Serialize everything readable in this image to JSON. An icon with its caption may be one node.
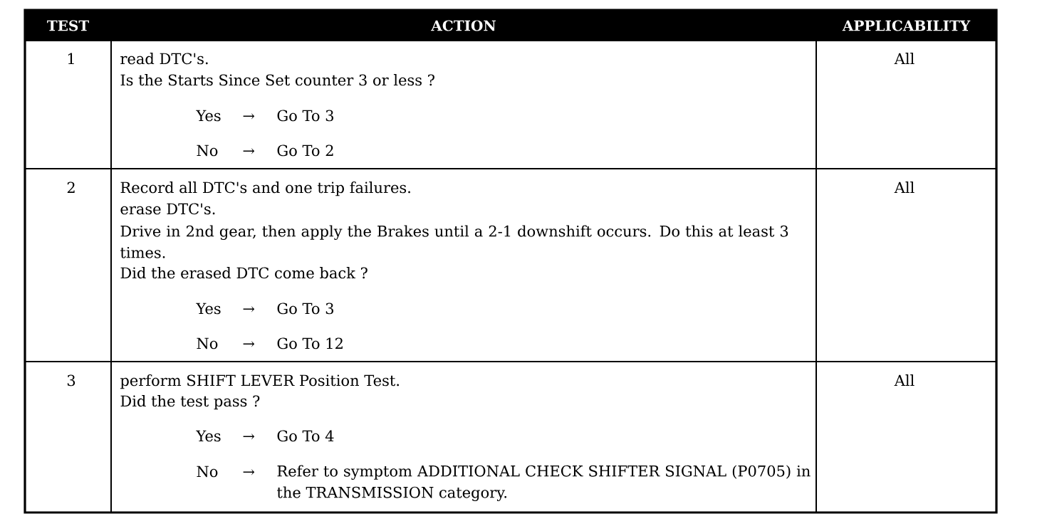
{
  "diagram": {
    "labels": [
      "TEST",
      "ACTION",
      "APPLICABILITY",
      "1",
      "read DTC's.",
      "Is the Starts Since Set counter 3 or less ?",
      "Yes",
      "→",
      "Go To  3",
      "No",
      "→",
      "Go To  2",
      "All",
      "2",
      "Record all DTC's and one trip failures.",
      "erase DTC's.",
      "Drive in 2nd gear, then apply the Brakes until a 2-1 downshift occurs. Do this at least 3 times.",
      "Did the erased DTC come back ?",
      "Yes",
      "→",
      "Go To  3",
      "No",
      "→",
      "Go To  12",
      "All",
      "3",
      "perform SHIFT LEVER Position Test.",
      "Did the test pass ?",
      "Yes",
      "→",
      "Go To  4",
      "No",
      "→",
      "Refer to symptom ADDITIONAL CHECK SHIFTER SIGNAL (P0705) in the TRANSMISSION category.",
      "All"
    ]
  }
}
